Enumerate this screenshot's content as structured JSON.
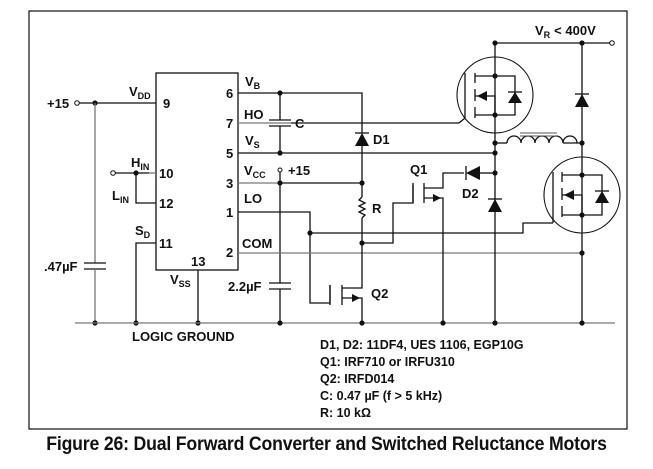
{
  "figure": {
    "caption": "Figure 26: Dual Forward Converter and Switched Reluctance Motors"
  },
  "supply": {
    "vdd_input": "+15",
    "vcc_input": "+15",
    "rail": "V",
    "rail_sub": "R",
    "rail_value": "< 400V"
  },
  "ic": {
    "pins_left": [
      {
        "num": "9",
        "name": "V",
        "sub": "DD"
      },
      {
        "num": "10",
        "name": "H",
        "sub": "IN"
      },
      {
        "num": "12",
        "name": "L",
        "sub": "IN"
      },
      {
        "num": "11",
        "name": "S",
        "sub": "D"
      }
    ],
    "pins_right": [
      {
        "num": "6",
        "name": "V",
        "sub": "B"
      },
      {
        "num": "7",
        "name": "HO",
        "sub": ""
      },
      {
        "num": "5",
        "name": "V",
        "sub": "S"
      },
      {
        "num": "3",
        "name": "V",
        "sub": "CC"
      },
      {
        "num": "1",
        "name": "LO",
        "sub": ""
      },
      {
        "num": "2",
        "name": "COM",
        "sub": ""
      }
    ],
    "pin_bottom": {
      "num": "13",
      "name": "V",
      "sub": "SS"
    }
  },
  "components": {
    "cap_c": "C",
    "cap_vdd": ".47µF",
    "cap_vcc": "2.2µF",
    "d1": "D1",
    "d2": "D2",
    "q1": "Q1",
    "q2": "Q2",
    "r": "R"
  },
  "ground_label": "LOGIC GROUND",
  "notes": [
    "D1, D2: 11DF4, UES 1106, EGP10G",
    "Q1: IRF710 or IRFU310",
    "Q2: IRFD014",
    "C: 0.47 µF (f > 5 kHz)",
    "R: 10 kΩ"
  ],
  "icons": {
    "mosfet": "n-channel-mosfet-symbol",
    "diode": "diode-symbol",
    "inductor": "inductor-coil-symbol",
    "capacitor": "capacitor-symbol",
    "resistor": "resistor-zigzag-symbol",
    "terminal": "open-circle-terminal",
    "junction": "filled-dot-junction"
  }
}
